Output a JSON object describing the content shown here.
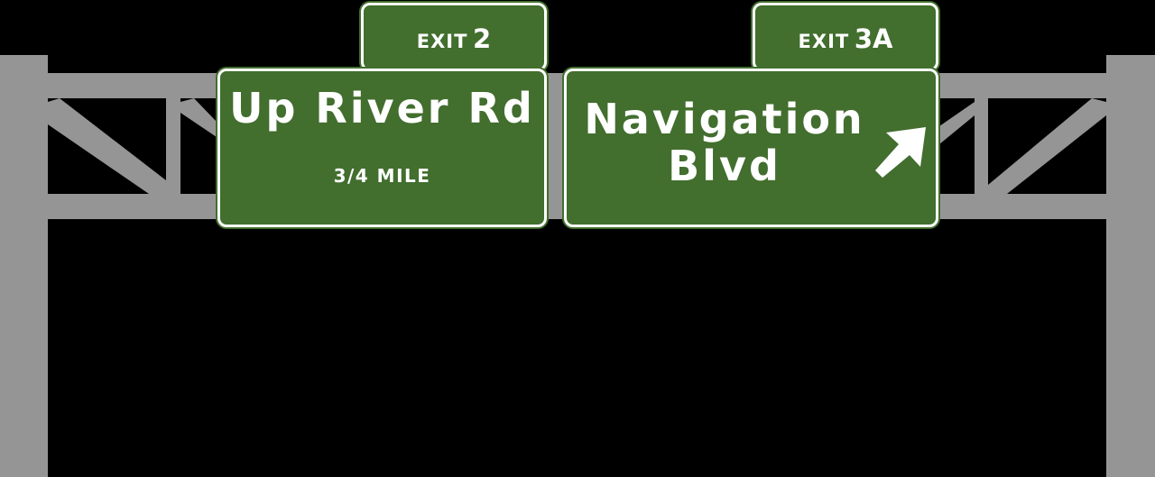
{
  "colors": {
    "sign_green": "#426e2e",
    "legend_white": "#ffffff",
    "gantry_gray": "#959595",
    "background": "#000000"
  },
  "signs": [
    {
      "exit_label": "EXIT",
      "exit_number": "2",
      "destination_line1": "Up River Rd",
      "distance": "3/4 MILE"
    },
    {
      "exit_label": "EXIT",
      "exit_number": "3A",
      "destination_line1": "Navigation",
      "destination_line2": "Blvd",
      "arrow": "up-right-arrow-icon"
    }
  ]
}
